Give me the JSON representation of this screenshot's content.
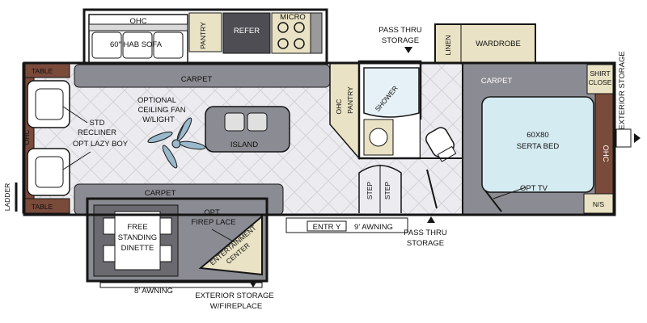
{
  "labels": {
    "ohc_top": "OHC",
    "sofa": "60\" HAB SOFA",
    "pantry_left": "PANTRY",
    "refer": "REFER",
    "micro": "MICRO",
    "carpet_living_top": "CARPET",
    "table_top": "TABLE",
    "table_bottom": "TABLE",
    "ohc_left": "OHC",
    "ladder": "LADDER",
    "std_recliner": "STD",
    "recliner_line2": "RECLINER",
    "opt_lazy_boy": "OPT LAZY BOY",
    "optional_fan_line1": "OPTIONAL",
    "optional_fan_line2": "CEILING FAN",
    "optional_fan_line3": "W/LIGHT",
    "island": "ISLAND",
    "carpet_slide_bottom": "CARPET",
    "free_standing_dinette_1": "FREE",
    "free_standing_dinette_2": "STANDING",
    "free_standing_dinette_3": "DINETTE",
    "opt_fireplace_1": "OPT",
    "opt_fireplace_2": "FIREP LACE",
    "entertainment_center_1": "ENTERTAINMENT",
    "entertainment_center_2": "CENTER",
    "awning_8": "8' AWNING",
    "exterior_storage_fireplace_1": "EXTERIOR STORAGE",
    "exterior_storage_fireplace_2": "W/FIREPLACE",
    "entry": "ENTR Y",
    "awning_9": "9' AWNING",
    "pass_thru_top_1": "PASS THRU",
    "pass_thru_top_2": "STORAGE",
    "pass_thru_bottom_1": "PASS THRU",
    "pass_thru_bottom_2": "STORAGE",
    "ohc_pantry_1": "OHC",
    "ohc_pantry_2": "PANTRY",
    "shower": "SHOWER",
    "step_1": "STEP",
    "step_2": "STEP",
    "linen": "LINEN",
    "wardrobe": "WARDROBE",
    "carpet_bedroom": "CARPET",
    "shirt_close_1": "SHIRT",
    "shirt_close_2": "CLOSE",
    "bed_1": "60X80",
    "bed_2": "SERTA BED",
    "ohc_right": "OHC",
    "opt_tv": "OPT TV",
    "ns": "N/S",
    "exterior_storage_right": "EXTERIOR STORAGE"
  },
  "colors": {
    "tile_floor": "#ebebef",
    "carpet_gray": "#8b8b93",
    "dark_gray": "#4d4d53",
    "wood": "#7a4a3a",
    "cabinet_tan": "#e9e2c4",
    "bed_blue": "#d5ebf2",
    "shower_blue": "#e6f1f7",
    "wall_black": "#151515"
  }
}
